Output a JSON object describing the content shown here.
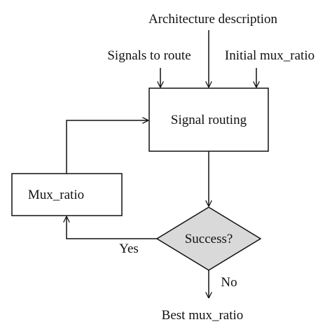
{
  "diagram": {
    "inputs": {
      "architecture_description": "Architecture description",
      "signals_to_route": "Signals to route",
      "initial_mux_ratio": "Initial mux_ratio"
    },
    "nodes": {
      "signal_routing": "Signal routing",
      "mux_ratio": "Mux_ratio",
      "success": "Success?"
    },
    "edges": {
      "yes": "Yes",
      "no": "No"
    },
    "output": {
      "best_mux_ratio": "Best mux_ratio"
    },
    "colors": {
      "decision_fill": "#d9d9d9",
      "stroke": "#111111"
    }
  }
}
